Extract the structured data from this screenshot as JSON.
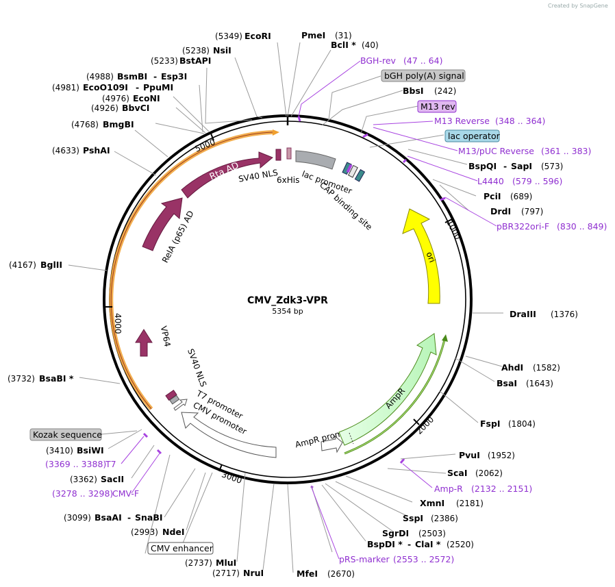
{
  "credit": "Created by SnapGene",
  "plasmid": {
    "name": "CMV_Zdk3-VPR",
    "size": "5354 bp"
  },
  "ticks": [
    "1000",
    "2000",
    "3000",
    "4000",
    "5000"
  ],
  "enzymes": {
    "e5349": {
      "pos": "(5349)",
      "name": "EcoRI"
    },
    "e31": {
      "pos": "(31)",
      "name": "PmeI"
    },
    "e40": {
      "pos": "(40)",
      "name": "BclI *"
    },
    "e5238": {
      "pos": "(5238)",
      "name": "NsiI"
    },
    "e5233": {
      "pos": "(5233)",
      "name": "BstAPI"
    },
    "e4988": {
      "pos": "(4988)",
      "name": "BsmBI",
      "name2": "Esp3I"
    },
    "e4981": {
      "pos": "(4981)",
      "name": "EcoO109I",
      "name2": "PpuMI"
    },
    "e4976": {
      "pos": "(4976)",
      "name": "EcoNI"
    },
    "e4926": {
      "pos": "(4926)",
      "name": "BbvCI"
    },
    "e242": {
      "pos": "(242)",
      "name": "BbsI"
    },
    "e4768": {
      "pos": "(4768)",
      "name": "BmgBI"
    },
    "e4633": {
      "pos": "(4633)",
      "name": "PshAI"
    },
    "e573": {
      "pos": "(573)",
      "name": "BspQI",
      "name2": "SapI"
    },
    "e689": {
      "pos": "(689)",
      "name": "PciI"
    },
    "e797": {
      "pos": "(797)",
      "name": "DrdI"
    },
    "e4167": {
      "pos": "(4167)",
      "name": "BglII"
    },
    "e1376": {
      "pos": "(1376)",
      "name": "DraIII"
    },
    "e1582": {
      "pos": "(1582)",
      "name": "AhdI"
    },
    "e1643": {
      "pos": "(1643)",
      "name": "BsaI"
    },
    "e3732": {
      "pos": "(3732)",
      "name": "BsaBI *"
    },
    "e1804": {
      "pos": "(1804)",
      "name": "FspI"
    },
    "e3410": {
      "pos": "(3410)",
      "name": "BsiWI"
    },
    "e1952": {
      "pos": "(1952)",
      "name": "PvuI"
    },
    "e3362": {
      "pos": "(3362)",
      "name": "SacII"
    },
    "e2062": {
      "pos": "(2062)",
      "name": "ScaI"
    },
    "e2181": {
      "pos": "(2181)",
      "name": "XmnI"
    },
    "e3099": {
      "pos": "(3099)",
      "name": "BsaAI",
      "name2": "SnaBI"
    },
    "e2386": {
      "pos": "(2386)",
      "name": "SspI"
    },
    "e2993": {
      "pos": "(2993)",
      "name": "NdeI"
    },
    "e2503": {
      "pos": "(2503)",
      "name": "SgrDI"
    },
    "e2520": {
      "pos": "(2520)",
      "name": "BspDI *",
      "name2": "ClaI *"
    },
    "e2737": {
      "pos": "(2737)",
      "name": "MluI"
    },
    "e2717": {
      "pos": "(2717)",
      "name": "NruI"
    },
    "e2670": {
      "pos": "(2670)",
      "name": "MfeI"
    }
  },
  "primers": {
    "bghrev": {
      "name": "BGH-rev",
      "range": "(47 .. 64)"
    },
    "m13rev": {
      "name": "M13 Reverse",
      "range": "(348 .. 364)"
    },
    "m13puc": {
      "name": "M13/pUC Reverse",
      "range": "(361 .. 383)"
    },
    "l4440": {
      "name": "L4440",
      "range": "(579 .. 596)"
    },
    "pbr": {
      "name": "pBR322ori-F",
      "range": "(830 .. 849)"
    },
    "t7": {
      "name": "T7",
      "range": "(3369 .. 3388)"
    },
    "cmvf": {
      "name": "CMV-F",
      "range": "(3278 .. 3298)"
    },
    "ampr": {
      "name": "Amp-R",
      "range": "(2132 .. 2151)"
    },
    "prs": {
      "name": "pRS-marker",
      "range": "(2553 .. 2572)"
    }
  },
  "boxed": {
    "bgh": "bGH poly(A) signal",
    "m13rev": "M13 rev",
    "lacop": "lac operator",
    "kozak": "Kozak sequence",
    "cmvenh": "CMV enhancer"
  },
  "features": {
    "rta": "Rta AD",
    "rela": "RelA (p65) AD",
    "sv40_1": "SV40 NLS",
    "his": "6xHis",
    "lacprom": "lac promoter",
    "cap": "CAP binding site",
    "ori": "ori",
    "vp64": "VP64",
    "sv40_2": "SV40 NLS",
    "t7prom": "T7 promoter",
    "cmvprom": "CMV promoter",
    "amprprom": "AmpR promoter",
    "ampr": "AmpR"
  },
  "colors": {
    "backbone": "#000000",
    "insert": "#f0a030",
    "rta": "#993366",
    "ori": "#ffff00",
    "ampr": "#ccffcc",
    "ampr_line": "#4a8a1a",
    "lac": "#a9acb0",
    "primer": "#a742e0"
  }
}
